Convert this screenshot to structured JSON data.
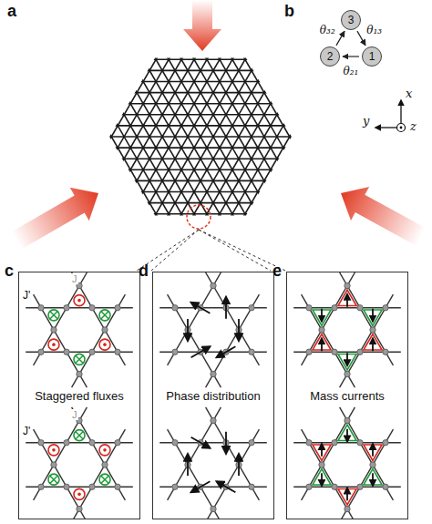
{
  "diagram": {
    "nodes": [
      {
        "text": [
          "3"
        ]
      },
      {
        "text": [
          "2"
        ]
      },
      {
        "text": [
          "1"
        ]
      },
      {
        "text": [
          "Staggered fluxes"
        ]
      },
      {
        "text": [
          "Phase distribution"
        ]
      },
      {
        "text": [
          "Mass currents"
        ]
      }
    ],
    "edges": [
      {
        "from": 1,
        "to": 0,
        "arrow": "to",
        "label": "θ₃₂"
      },
      {
        "from": 0,
        "to": 2,
        "arrow": "to",
        "label": "θ₁₃"
      },
      {
        "from": 2,
        "to": 1,
        "arrow": "to",
        "label": "θ₂₁"
      }
    ],
    "labels": [
      "a",
      "b",
      "x",
      "y",
      "z",
      "c",
      "J",
      "J'",
      "J",
      "J'",
      "d",
      "e"
    ]
  }
}
